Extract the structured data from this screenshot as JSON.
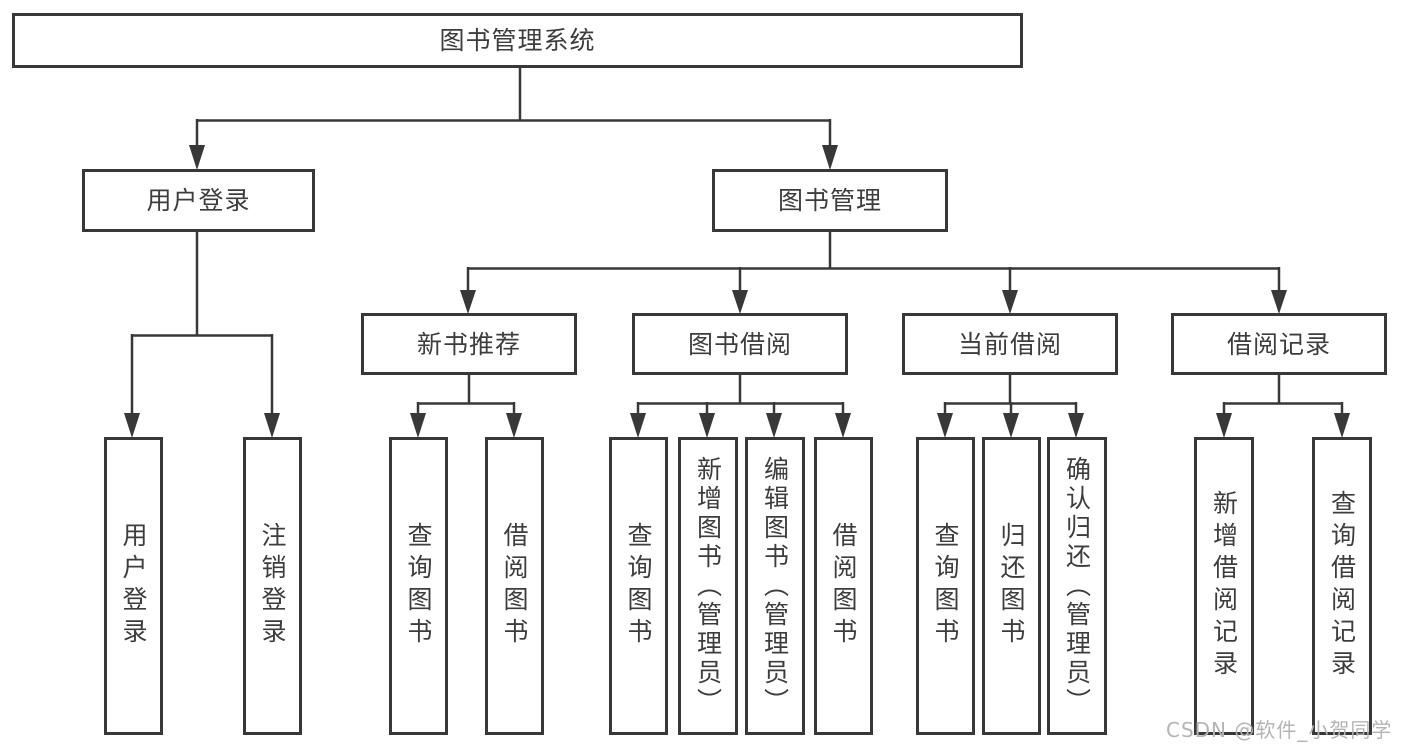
{
  "nodes": {
    "root": "图书管理系统",
    "user_login": "用户登录",
    "book_mgmt": "图书管理",
    "new_book_rec": "新书推荐",
    "book_borrow": "图书借阅",
    "current_borrow": "当前借阅",
    "borrow_records": "借阅记录",
    "leaf_user_login": "用户登录",
    "leaf_logout": "注销登录",
    "nb_query_books": "查询图书",
    "nb_borrow_books": "借阅图书",
    "bb_query_books": "查询图书",
    "bb_add_books": "新增图书（管理员）",
    "bb_edit_books": "编辑图书（管理员）",
    "bb_borrow_books": "借阅图书",
    "cb_query_books": "查询图书",
    "cb_return_books": "归还图书",
    "cb_confirm_return": "确认归还（管理员）",
    "br_add_record": "新增借阅记录",
    "br_query_record": "查询借阅记录"
  },
  "hierarchy": {
    "图书管理系统": {
      "用户登录": [
        "用户登录",
        "注销登录"
      ],
      "图书管理": {
        "新书推荐": [
          "查询图书",
          "借阅图书"
        ],
        "图书借阅": [
          "查询图书",
          "新增图书（管理员）",
          "编辑图书（管理员）",
          "借阅图书"
        ],
        "当前借阅": [
          "查询图书",
          "归还图书",
          "确认归还（管理员）"
        ],
        "借阅记录": [
          "新增借阅记录",
          "查询借阅记录"
        ]
      }
    }
  },
  "watermark": "CSDN @软件_小贺同学",
  "colors": {
    "line": "#383838",
    "text": "#3d3d3d",
    "box_background": "#ffffff",
    "page_background": "#ffffff",
    "watermark": "#b4b4b4"
  }
}
